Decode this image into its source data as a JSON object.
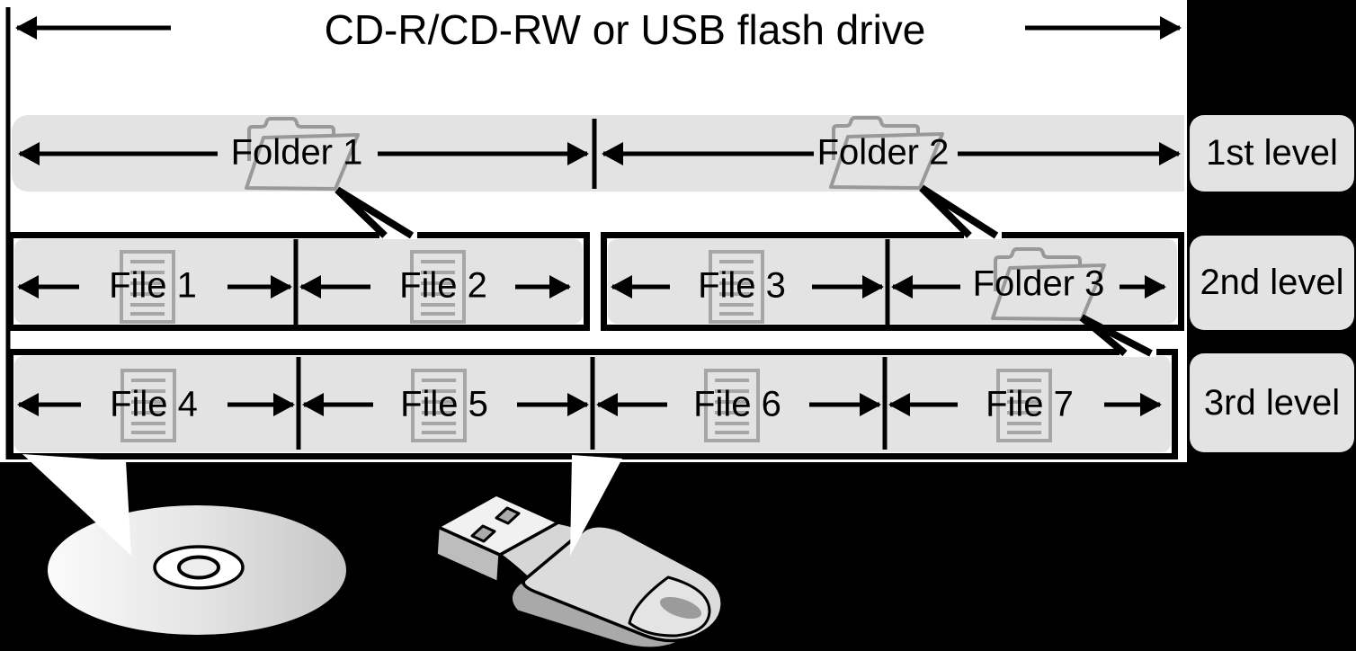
{
  "diagram": {
    "title": "CD-R/CD-RW or USB flash drive",
    "level1": {
      "folder1": "Folder 1",
      "folder2": "Folder 2",
      "label": "1st level"
    },
    "level2": {
      "file1": "File 1",
      "file2": "File 2",
      "file3": "File 3",
      "folder3": "Folder 3",
      "label": "2nd level"
    },
    "level3": {
      "file4": "File 4",
      "file5": "File 5",
      "file6": "File 6",
      "file7": "File 7",
      "label": "3rd level"
    },
    "icons": {
      "folder": "open-folder-icon",
      "file": "document-icon",
      "cd": "cd-disc-illustration",
      "usb": "usb-flash-drive-illustration"
    },
    "colors": {
      "background": "#000000",
      "panel": "#ffffff",
      "band_gray": "#e3e3e3",
      "line_black": "#000000",
      "icon_stroke_gray": "#999999"
    }
  }
}
